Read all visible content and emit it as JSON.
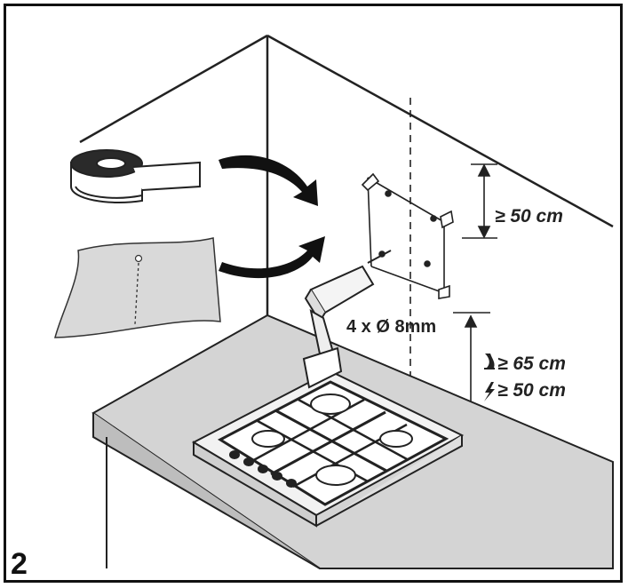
{
  "step_number": "2",
  "labels": {
    "top_clearance": "≥ 50 cm",
    "holes": "4 x Ø 8mm",
    "gas_clearance": "≥ 65 cm",
    "electric_clearance": "≥ 50 cm"
  },
  "icons": {
    "gas": "flame-icon",
    "electric": "lightning-icon"
  }
}
